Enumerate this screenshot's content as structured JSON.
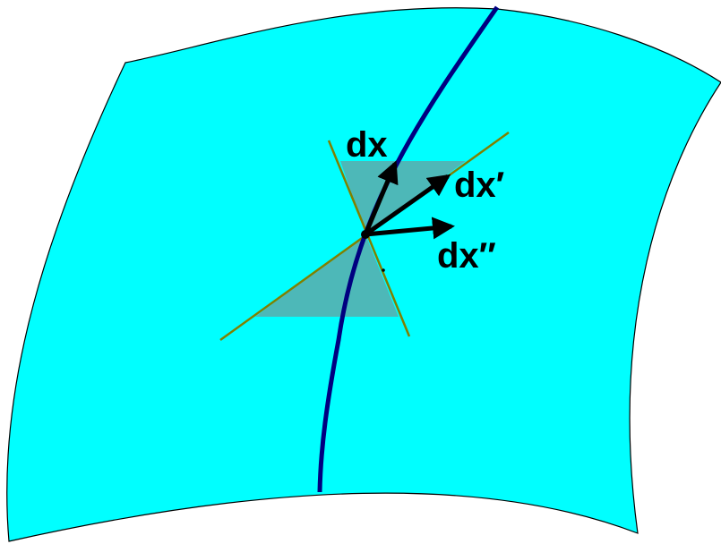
{
  "colors": {
    "surface": "#00ffff",
    "surface_stroke": "#000000",
    "curve": "#000080",
    "cone_lines": "#808000",
    "cone_fill": "#4db8b8",
    "vectors": "#000000"
  },
  "labels": {
    "dx": "dx",
    "dx_prime": "dx′",
    "dx_double_prime": "dx″"
  }
}
